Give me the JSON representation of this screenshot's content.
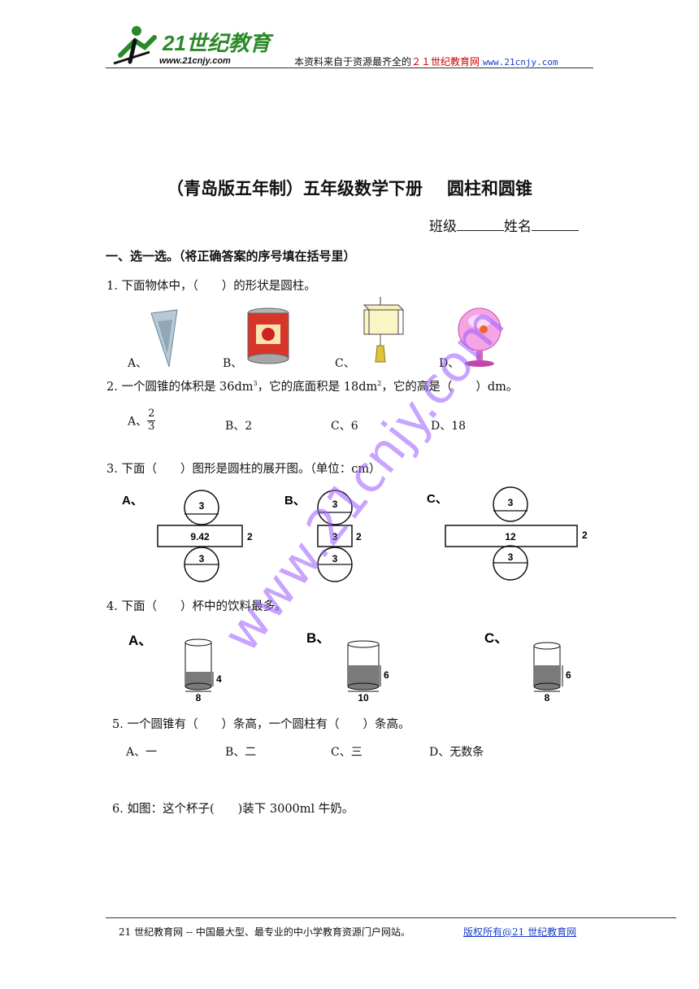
{
  "header": {
    "logo_text": "21世纪教育",
    "logo_url": "www.21cnjy.com",
    "source_prefix": "本资料来自于资源最齐全的",
    "source_site": "２１世纪教育网",
    "source_url": "www.21cnjy.com"
  },
  "title": {
    "main": "（青岛版五年制）五年级数学下册",
    "topic": "圆柱和圆锥"
  },
  "class_line": {
    "class_label": "班级",
    "name_label": "姓名"
  },
  "section1": {
    "heading": "一、选一选。（将正确答案的序号填在括号里）"
  },
  "q1": {
    "text": "1. 下面物体中，（　　）的形状是圆柱。",
    "options": [
      "A、",
      "B、",
      "C、",
      "D、"
    ]
  },
  "q2": {
    "text_a": "2. 一个圆锥的体积是 36dm",
    "sup1": "3",
    "text_b": "，它的底面积是 18dm",
    "sup2": "2",
    "text_c": "，它的高是（　　）dm。",
    "opt_a_prefix": "A、",
    "opt_a_num": "2",
    "opt_a_den": "3",
    "opt_b": "B、2",
    "opt_c": "C、6",
    "opt_d": "D、18"
  },
  "q3": {
    "text": "3. 下面（　　）图形是圆柱的展开图。（单位：cm）",
    "A": {
      "letter": "A、",
      "circle": "3",
      "rect": "9.42",
      "height": "2"
    },
    "B": {
      "letter": "B、",
      "circle": "3",
      "rect": "3",
      "height": "2"
    },
    "C": {
      "letter": "C、",
      "circle": "3",
      "rect": "12",
      "height": "2"
    }
  },
  "q4": {
    "text": "4. 下面（　　）杯中的饮料最多。",
    "A": {
      "letter": "A、",
      "height": "4",
      "width": "8"
    },
    "B": {
      "letter": "B、",
      "height": "6",
      "width": "10"
    },
    "C": {
      "letter": "C、",
      "height": "6",
      "width": "8"
    }
  },
  "q5": {
    "text": "5. 一个圆锥有（　　）条高，一个圆柱有（　　）条高。",
    "options": [
      "A、一",
      "B、二",
      "C、三",
      "D、无数条"
    ]
  },
  "q6": {
    "text": "6. 如图：这个杯子(　　)装下 3000ml 牛奶。"
  },
  "footer": {
    "left": "21 世纪教育网 -- 中国最大型、最专业的中小学教育资源门户网站。",
    "right": "版权所有@21 世纪教育网"
  },
  "watermark": "www.21cnjy.com",
  "colors": {
    "link_blue": "#1a3cc8",
    "header_red": "#cc0000",
    "watermark_purple": "#9b5cff",
    "logo_green": "#2a8a2a"
  }
}
